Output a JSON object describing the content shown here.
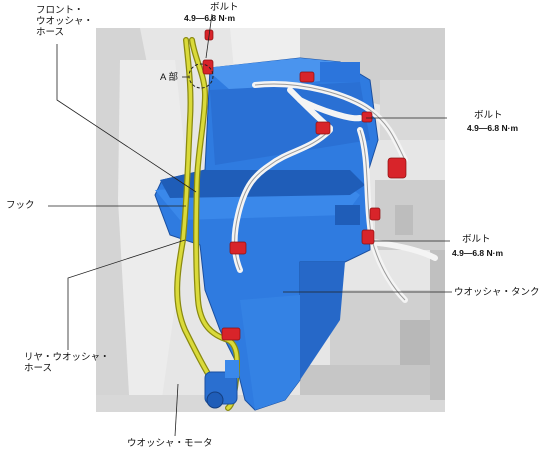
{
  "callouts": {
    "front_hose": [
      "フロント・",
      "ウオッシャ・",
      "ホース"
    ],
    "hook": "フック",
    "rear_hose": [
      "リヤ・ウオッシャ・",
      "ホース"
    ],
    "motor": "ウオッシャ・モータ",
    "tank": "ウオッシャ・タンク",
    "a_part": "A 部"
  },
  "bolts": [
    {
      "label": "ボルト",
      "torque": "4.9—6.8 N·m"
    },
    {
      "label": "ボルト",
      "torque": "4.9—6.8 N·m"
    },
    {
      "label": "ボルト",
      "torque": "4.9—6.8 N·m"
    }
  ],
  "colors": {
    "tank": "#2f7be0",
    "tank_dark": "#1f5db8",
    "hose": "#c9c92a",
    "wire": "#f2f2f2",
    "clip": "#d8242a",
    "body": "#dcdcdc"
  }
}
